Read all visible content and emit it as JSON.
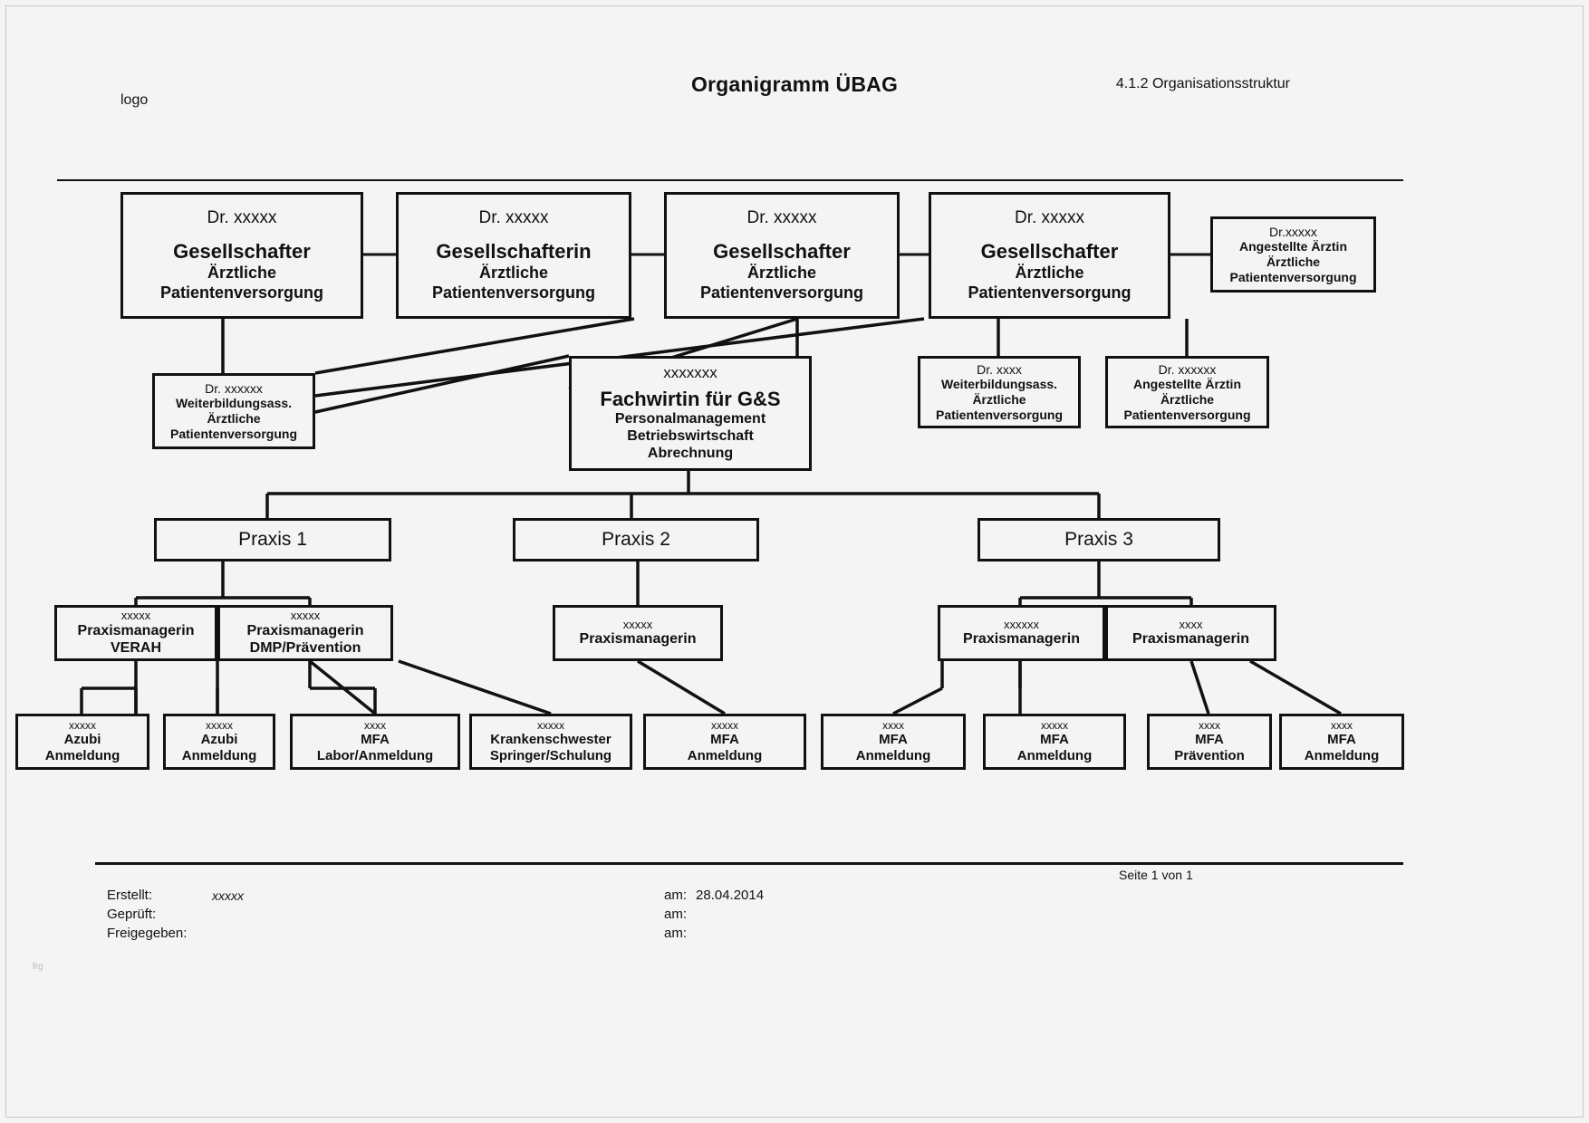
{
  "header": {
    "logo": "logo",
    "title": "Organigramm ÜBAG",
    "doc_ref": "4.1.2 Organisationsstruktur"
  },
  "chart_data": {
    "type": "diagram",
    "title": "Organigramm ÜBAG",
    "nodes": [
      {
        "id": "g1",
        "name": "Dr. xxxxx",
        "lines": [
          "Gesellschafter",
          "Ärztliche",
          "Patientenversorgung"
        ]
      },
      {
        "id": "g2",
        "name": "Dr. xxxxx",
        "lines": [
          "Gesellschafterin",
          "Ärztliche",
          "Patientenversorgung"
        ]
      },
      {
        "id": "g3",
        "name": "Dr. xxxxx",
        "lines": [
          "Gesellschafter",
          "Ärztliche",
          "Patientenversorgung"
        ]
      },
      {
        "id": "g4",
        "name": "Dr. xxxxx",
        "lines": [
          "Gesellschafter",
          "Ärztliche",
          "Patientenversorgung"
        ]
      },
      {
        "id": "a1",
        "name": "Dr.xxxxx",
        "lines": [
          "Angestellte Ärztin",
          "Ärztliche",
          "Patientenversorgung"
        ]
      },
      {
        "id": "w1",
        "name": "Dr. xxxxxx",
        "lines": [
          "Weiterbildungsass.",
          "Ärztliche",
          "Patientenversorgung"
        ]
      },
      {
        "id": "fw",
        "name": "xxxxxxx",
        "lines": [
          "Fachwirtin für G&S",
          "Personalmanagement",
          "Betriebswirtschaft",
          "Abrechnung"
        ]
      },
      {
        "id": "w2",
        "name": "Dr. xxxx",
        "lines": [
          "Weiterbildungsass.",
          "Ärztliche",
          "Patientenversorgung"
        ]
      },
      {
        "id": "a2",
        "name": "Dr. xxxxxx",
        "lines": [
          "Angestellte Ärztin",
          "Ärztliche",
          "Patientenversorgung"
        ]
      },
      {
        "id": "p1",
        "name": "",
        "lines": [
          "Praxis 1"
        ]
      },
      {
        "id": "p2",
        "name": "",
        "lines": [
          "Praxis 2"
        ]
      },
      {
        "id": "p3",
        "name": "",
        "lines": [
          "Praxis 3"
        ]
      },
      {
        "id": "m1",
        "name": "xxxxx",
        "lines": [
          "Praxismanagerin",
          "VERAH"
        ]
      },
      {
        "id": "m2",
        "name": "xxxxx",
        "lines": [
          "Praxismanagerin",
          "DMP/Prävention"
        ]
      },
      {
        "id": "m3",
        "name": "xxxxx",
        "lines": [
          "Praxismanagerin"
        ]
      },
      {
        "id": "m4",
        "name": "xxxxxx",
        "lines": [
          "Praxismanagerin"
        ]
      },
      {
        "id": "m5",
        "name": "xxxx",
        "lines": [
          "Praxismanagerin"
        ]
      },
      {
        "id": "l1",
        "name": "xxxxx",
        "lines": [
          "Azubi",
          "Anmeldung"
        ]
      },
      {
        "id": "l2",
        "name": "xxxxx",
        "lines": [
          "Azubi",
          "Anmeldung"
        ]
      },
      {
        "id": "l3",
        "name": "xxxx",
        "lines": [
          "MFA",
          "Labor/Anmeldung"
        ]
      },
      {
        "id": "l4",
        "name": "xxxxx",
        "lines": [
          "Krankenschwester",
          "Springer/Schulung"
        ]
      },
      {
        "id": "l5",
        "name": "xxxxx",
        "lines": [
          "MFA",
          "Anmeldung"
        ]
      },
      {
        "id": "l6",
        "name": "xxxx",
        "lines": [
          "MFA",
          "Anmeldung"
        ]
      },
      {
        "id": "l7",
        "name": "xxxxx",
        "lines": [
          "MFA",
          "Anmeldung"
        ]
      },
      {
        "id": "l8",
        "name": "xxxx",
        "lines": [
          "MFA",
          "Prävention"
        ]
      },
      {
        "id": "l9",
        "name": "xxxx",
        "lines": [
          "MFA",
          "Anmeldung"
        ]
      }
    ],
    "edges": [
      [
        "g1",
        "g2"
      ],
      [
        "g2",
        "g3"
      ],
      [
        "g3",
        "g4"
      ],
      [
        "g4",
        "a1"
      ],
      [
        "g1",
        "w1"
      ],
      [
        "g1",
        "fw"
      ],
      [
        "g2",
        "w1"
      ],
      [
        "g3",
        "w1"
      ],
      [
        "g2",
        "fw"
      ],
      [
        "g4",
        "w2"
      ],
      [
        "g4",
        "a2"
      ],
      [
        "g3",
        "fw"
      ],
      [
        "fw",
        "p1"
      ],
      [
        "fw",
        "p2"
      ],
      [
        "fw",
        "p3"
      ],
      [
        "p1",
        "m1"
      ],
      [
        "p1",
        "m2"
      ],
      [
        "p2",
        "m3"
      ],
      [
        "p3",
        "m4"
      ],
      [
        "p3",
        "m5"
      ],
      [
        "m1",
        "l1"
      ],
      [
        "m1",
        "l2"
      ],
      [
        "m2",
        "l3"
      ],
      [
        "m2",
        "l4"
      ],
      [
        "m4",
        "l5"
      ],
      [
        "m4",
        "l6"
      ],
      [
        "m4",
        "l7"
      ],
      [
        "m5",
        "l8"
      ],
      [
        "m5",
        "l9"
      ]
    ]
  },
  "footer": {
    "created_label": "Erstellt:",
    "created_value": "xxxxx",
    "checked_label": "Geprüft:",
    "checked_value": "",
    "released_label": "Freigegeben:",
    "released_value": "",
    "date_label_1": "am:",
    "date_value_1": "28.04.2014",
    "date_label_2": "am:",
    "date_value_2": "",
    "date_label_3": "am:",
    "date_value_3": "",
    "page_info": "Seite 1 von 1",
    "corner_mark": "frg"
  }
}
